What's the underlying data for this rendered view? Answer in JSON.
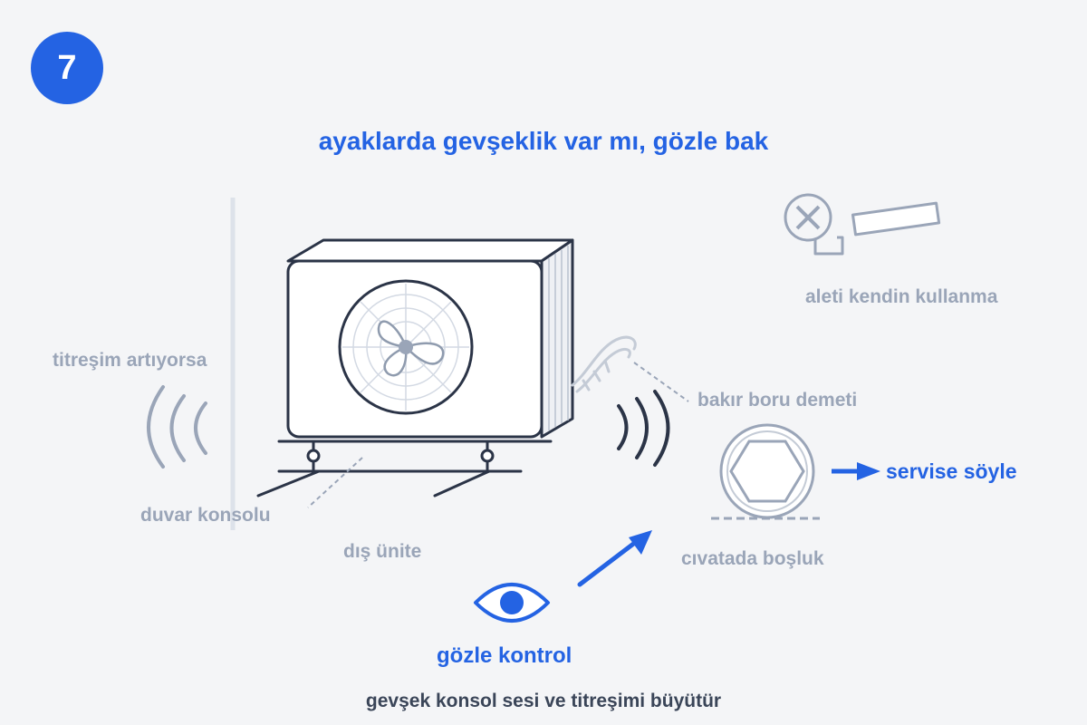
{
  "step": {
    "number": "7"
  },
  "title": "ayaklarda gevşeklik var mı, gözle bak",
  "labels": {
    "vibration": "titreşim artıyorsa",
    "wall_bracket": "duvar konsolu",
    "outdoor_unit": "dış ünite",
    "copper_pipes": "bakır boru demeti",
    "bolt_gap": "cıvatada boşluk",
    "no_tools": "aleti kendin kullanma",
    "tell_service": "servise söyle",
    "visual_check": "gözle kontrol",
    "footer": "gevşek konsol sesi ve titreşimi büyütür"
  },
  "colors": {
    "accent": "#2463e3",
    "muted": "#9aa5b8",
    "outline": "#2b3447",
    "background": "#f4f5f7"
  },
  "icons": [
    "vibration-waves-icon",
    "fan-icon",
    "bolt-hex-icon",
    "eye-icon",
    "arrow-icon",
    "no-wrench-icon"
  ]
}
